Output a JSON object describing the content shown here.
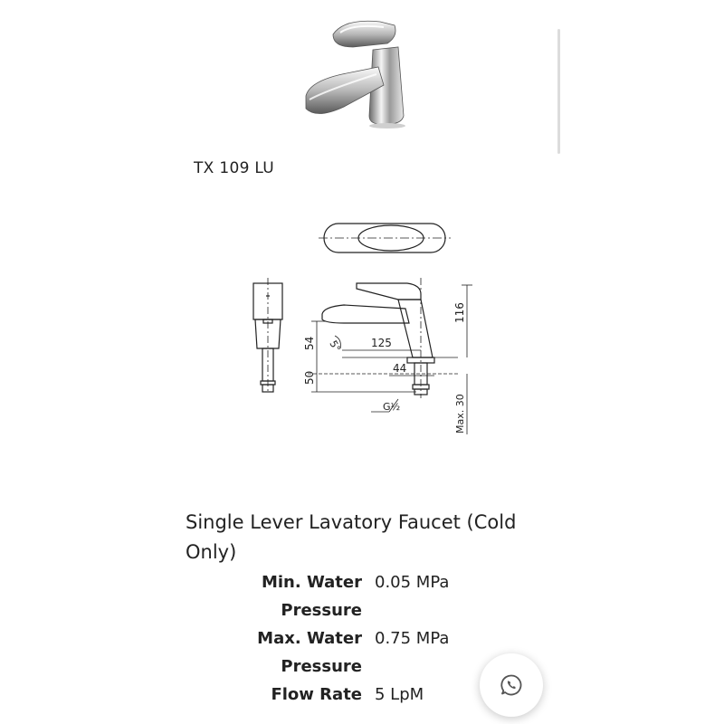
{
  "product": {
    "model_code": "TX 109 LU",
    "title": "Single Lever Lavatory Faucet (Cold Only)"
  },
  "drawing": {
    "labels": {
      "height_total": "116",
      "spout_height": "54",
      "spout_reach": "125",
      "angle": "5°",
      "base_diameter": "44",
      "shank_length": "50",
      "thread": "G½",
      "max_thickness": "Max. 30"
    }
  },
  "specs": [
    {
      "label": "Min. Water Pressure",
      "value": "0.05 MPa"
    },
    {
      "label": "Max. Water Pressure",
      "value": "0.75 MPa"
    },
    {
      "label": "Flow Rate",
      "value": "5 LpM"
    }
  ],
  "chat": {
    "icon": "whatsapp-icon"
  }
}
